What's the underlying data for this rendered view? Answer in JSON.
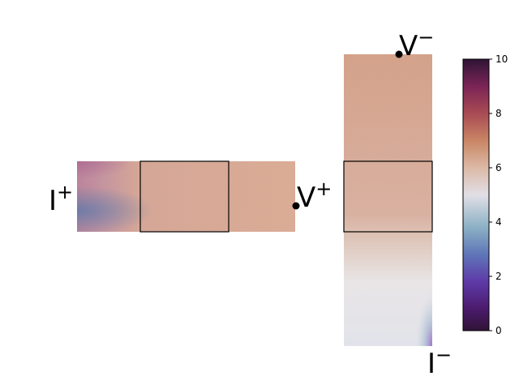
{
  "labels": {
    "i_plus": "I",
    "i_plus_sup": "+",
    "v_plus": "V",
    "v_plus_sup": "+",
    "v_minus": "V",
    "v_minus_sup": "−",
    "i_minus": "I",
    "i_minus_sup": "−"
  },
  "colorbar": {
    "ticks": [
      "0",
      "2",
      "4",
      "6",
      "8",
      "10"
    ],
    "colormap": "twilight_shifted",
    "vmin": 0,
    "vmax": 10
  },
  "colors": {
    "plateau": "#d6a58f",
    "light": "#e8e6ec",
    "purple_accent": "#9b6fc6",
    "pink_accent": "#b8779a",
    "blue_accent": "#6d8aae"
  }
}
